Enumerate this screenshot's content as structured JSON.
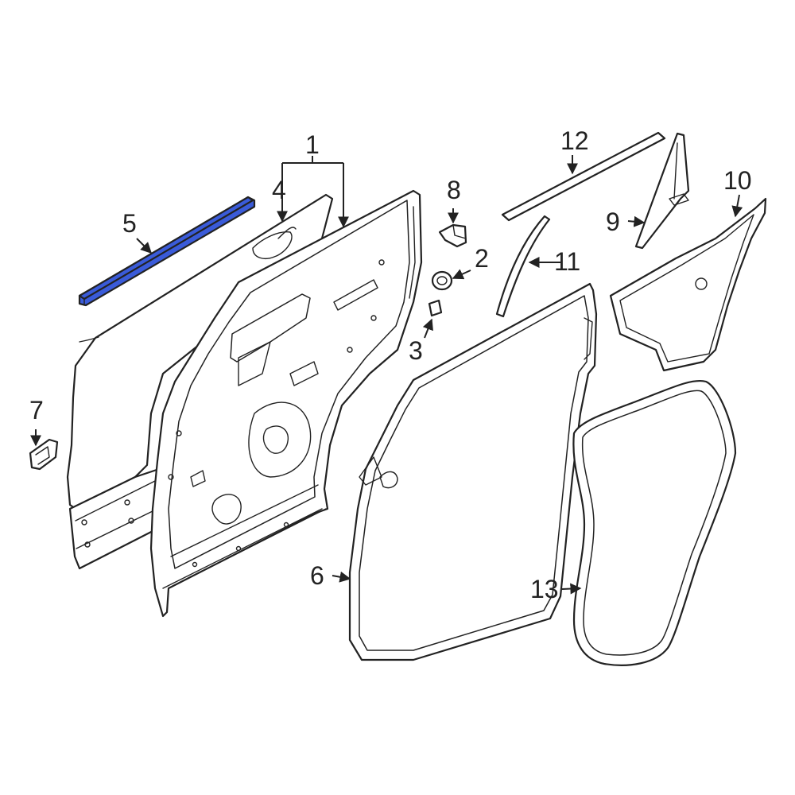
{
  "diagram": {
    "highlight_color": "#3a5bd9",
    "line_color": "#222222",
    "highlighted_part": "5",
    "callouts": [
      {
        "id": "1",
        "label": "1"
      },
      {
        "id": "2",
        "label": "2"
      },
      {
        "id": "3",
        "label": "3"
      },
      {
        "id": "4",
        "label": "4"
      },
      {
        "id": "5",
        "label": "5"
      },
      {
        "id": "6",
        "label": "6"
      },
      {
        "id": "7",
        "label": "7"
      },
      {
        "id": "8",
        "label": "8"
      },
      {
        "id": "9",
        "label": "9"
      },
      {
        "id": "10",
        "label": "10"
      },
      {
        "id": "11",
        "label": "11"
      },
      {
        "id": "12",
        "label": "12"
      },
      {
        "id": "13",
        "label": "13"
      }
    ]
  }
}
